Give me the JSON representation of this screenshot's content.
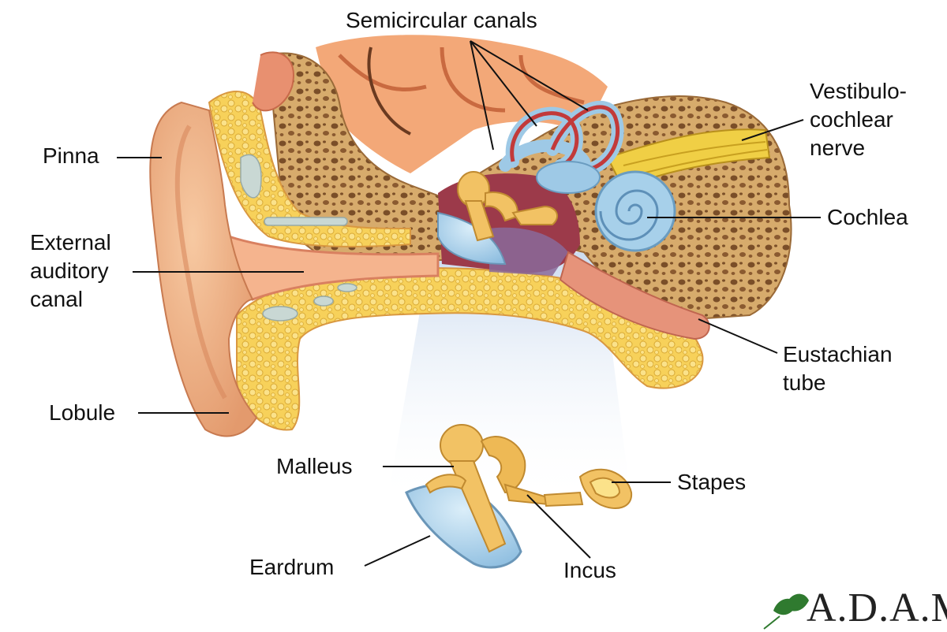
{
  "labels": {
    "semicircular_canals": "Semicircular canals",
    "vestibulocochlear_nerve": "Vestibulo-\ncochlear\nnerve",
    "pinna": "Pinna",
    "cochlea": "Cochlea",
    "external_auditory_canal": "External\nauditory\ncanal",
    "eustachian_tube": "Eustachian\ntube",
    "lobule": "Lobule",
    "malleus": "Malleus",
    "stapes": "Stapes",
    "eardrum": "Eardrum",
    "incus": "Incus"
  },
  "logo": {
    "text": "A.D.A.M.",
    "icon": "leaf-logo-icon"
  },
  "colors": {
    "skin": "#f2b98c",
    "skin_shadow": "#d9895e",
    "bone": "#c79a5a",
    "fat": "#f3cd55",
    "inner_ear": "#9ec9e6",
    "ossicles": "#f0c060",
    "nerve": "#e8c23a",
    "brain": "#f0a070",
    "leader": "#111111"
  }
}
